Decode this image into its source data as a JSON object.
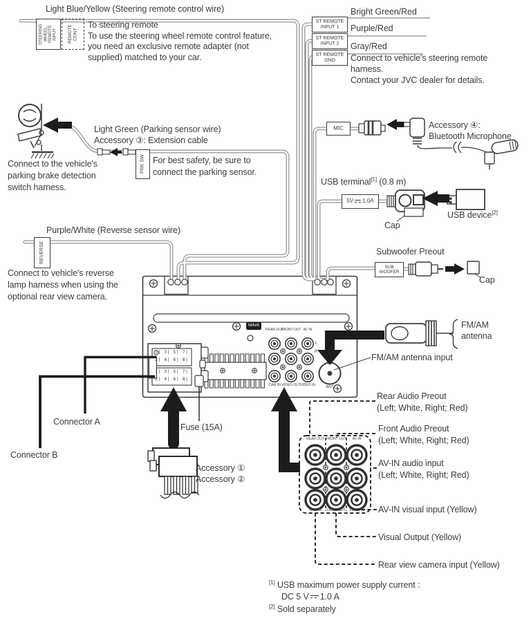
{
  "steering": {
    "wire_label": "Light Blue/Yellow (Steering remote control wire)",
    "input_box": "STEERING\nWHEEL\nREMOTE\nINPUT",
    "remote_cont_box": "REMOTE\nCONT",
    "note": "To steering remote\nTo use the steering wheel remote control feature,\nyou need an exclusive remote adapter (not\nsupplied) matched to your car."
  },
  "st_remote": {
    "wire1": "Bright Green/Red",
    "box1": "ST REMOTE\nINPUT 1",
    "wire2": "Purple/Red",
    "box2": "ST REMOTE\nINPUT 2",
    "wire3": "Gray/Red",
    "box3": "ST REMOTE\nGND",
    "note": "Connect to vehicle's steering remote\nharness.\nContact your JVC dealer for details."
  },
  "parking": {
    "wire_label": "Light Green (Parking sensor wire)",
    "accessory_label": "Accessory ③: Extension cable",
    "prk_sw_box": "PRK SW",
    "safety_note": "For best safety, be sure to\nconnect the parking sensor.",
    "harness_note": "Connect to the vehicle's\nparking brake detection\nswitch harness."
  },
  "mic": {
    "box": "MIC",
    "accessory_label": "Accessory ④:\nBluetooth Microphone"
  },
  "usb": {
    "terminal_pre": "USB terminal",
    "terminal_sup": "[1]",
    "terminal_post": " (0.8 m)",
    "power_v": "5V",
    "power_a": "1.0A",
    "device_pre": "USB device",
    "device_sup": "[2]",
    "cap": "Cap"
  },
  "reverse": {
    "wire_label": "Purple/White (Reverse sensor wire)",
    "box": "REVERSE",
    "note": "Connect to vehicle's reverse\nlamp harness when using the\noptional rear view camera."
  },
  "subwoofer": {
    "label": "Subwoofer Preout",
    "box": "SUB\nWOOFER",
    "cap": "Cap"
  },
  "antenna": {
    "label": "FM/AM\nantenna",
    "input_label": "FM/AM antenna input"
  },
  "rear_panel": {
    "m4x6": "M4x6",
    "pin_row_odd": "1| 3| 5| 7|",
    "pin_row_even": "2| 4| 6| 8|",
    "jack_top": [
      "REAR OUT",
      "FRONT OUT",
      "AV IN"
    ],
    "jack_bottom": [
      "CAM IN",
      "VIDEO OUT",
      "VIDEO IN"
    ],
    "channel_l": "L",
    "channel_r": "R",
    "ant": "ANT"
  },
  "callouts": {
    "connector_a": "Connector A",
    "connector_b": "Connector B",
    "fuse": "Fuse (15A)",
    "accessory12": "Accessory ①\nAccessory ②"
  },
  "av_detail": {
    "jack_top": [
      "REAR OUT",
      "FRONT OUT",
      "AV IN"
    ],
    "jack_bottom": [
      "CAM IN",
      "VIDEO OUT",
      "VIDEO IN"
    ],
    "rear_audio": "Rear Audio Preout\n(Left; White, Right; Red)",
    "front_audio": "Front Audio Preout\n(Left; White, Right; Red)",
    "avin_audio": "AV-IN audio input\n(Left; White, Right; Red)",
    "avin_visual": "AV-IN visual input (Yellow)",
    "visual_output": "Visual Output (Yellow)",
    "rear_camera": "Rear view camera input (Yellow)"
  },
  "footnotes": {
    "f1_sup": "[1]",
    "f1_text": "USB maximum power supply current :",
    "f1_line2_pre": "DC 5 V",
    "f1_line2_post": "1.0 A",
    "f2_sup": "[2]",
    "f2_text": "Sold separately"
  },
  "colors": {
    "ink": "#3c3c3c",
    "wire": "#9e9e9e",
    "arrow": "#1c1c1c"
  }
}
